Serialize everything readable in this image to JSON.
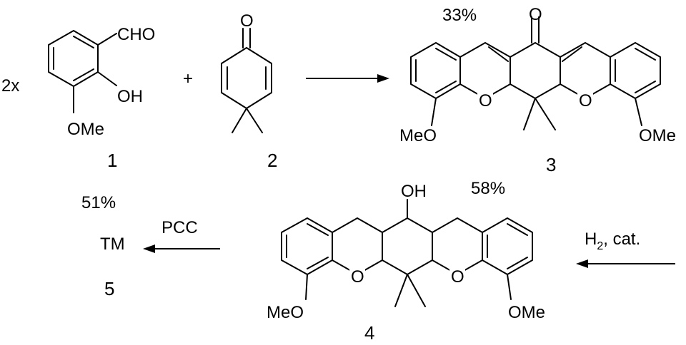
{
  "reactant_multiplier": "2x",
  "plus_sign": "+",
  "compound_1": {
    "number": "1",
    "substituents": {
      "aldehyde": "CHO",
      "hydroxy": "OH",
      "methoxy": "OMe"
    }
  },
  "compound_2": {
    "number": "2",
    "atoms": {
      "carbonyl_oxygen": "O"
    }
  },
  "compound_3": {
    "number": "3",
    "yield": "33%",
    "atoms": {
      "carbonyl_oxygen": "O",
      "ring_oxygen_left": "O",
      "ring_oxygen_right": "O"
    },
    "substituents": {
      "methoxy_left": "MeO",
      "methoxy_right": "OMe"
    }
  },
  "compound_4": {
    "number": "4",
    "yield": "58%",
    "atoms": {
      "ring_oxygen_left": "O",
      "ring_oxygen_right": "O"
    },
    "substituents": {
      "hydroxy": "OH",
      "methoxy_left": "MeO",
      "methoxy_right": "OMe"
    }
  },
  "compound_5": {
    "number": "5",
    "yield": "51%",
    "label": "TM"
  },
  "step_2_reagent": {
    "prefix": "H",
    "subscript": "2",
    "suffix": ", cat."
  },
  "step_3_reagent": "PCC"
}
